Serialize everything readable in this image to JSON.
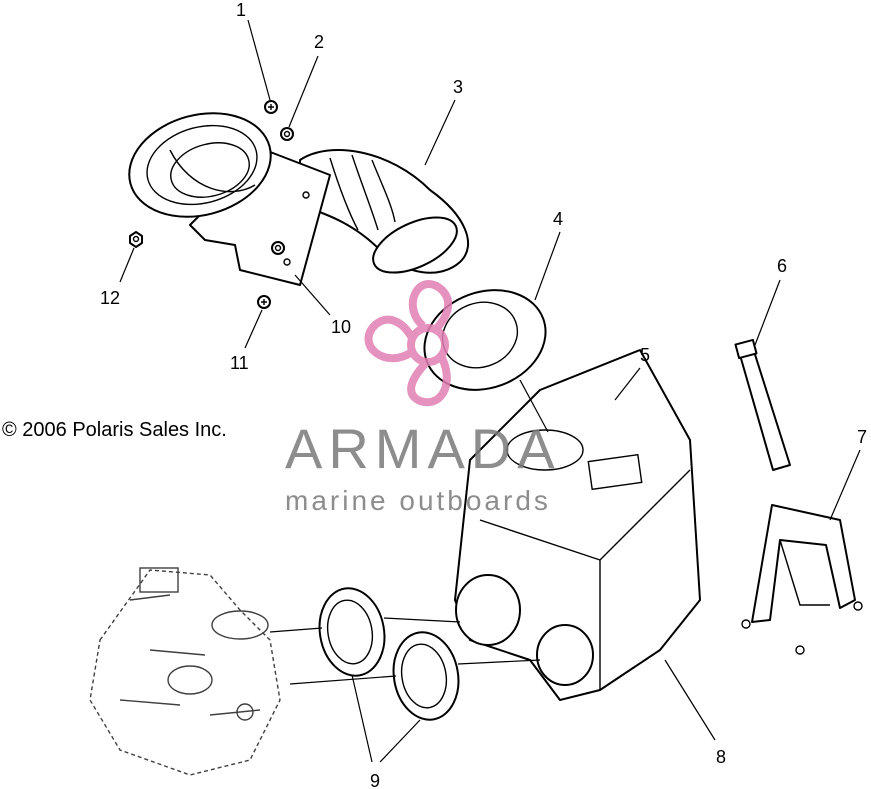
{
  "diagram": {
    "callouts": [
      "1",
      "2",
      "3",
      "4",
      "5",
      "6",
      "7",
      "8",
      "9",
      "10",
      "11",
      "12"
    ],
    "copyright": "© 2006 Polaris Sales Inc."
  },
  "watermark": {
    "brand": "ARMADA",
    "tagline": "marine outboards",
    "brand_color": "#7a7a7a",
    "logo_color": "#e27fb4",
    "logo_icon": "propeller-icon"
  }
}
